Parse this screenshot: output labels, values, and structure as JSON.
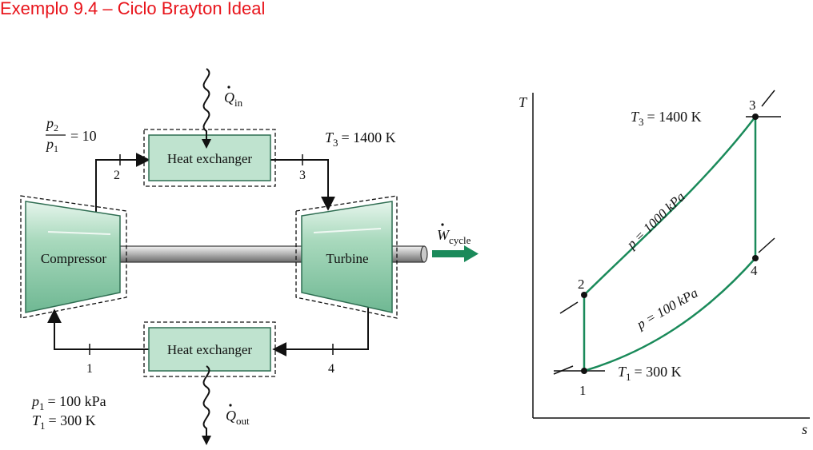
{
  "title": "Exemplo 9.4 – Ciclo Brayton Ideal",
  "colors": {
    "title": "#e8141b",
    "component_fill": "#bfe3cf",
    "component_dark": "#7cc3a0",
    "cycle_line": "#1a8a5a",
    "arrow_green": "#1a8a5a"
  },
  "schematic": {
    "compressor_label": "Compressor",
    "turbine_label": "Turbine",
    "heat_exchanger_top_label": "Heat exchanger",
    "heat_exchanger_bottom_label": "Heat exchanger",
    "state_1": "1",
    "state_2": "2",
    "state_3": "3",
    "state_4": "4",
    "pressure_ratio": {
      "num": "p",
      "num_sub": "2",
      "den": "p",
      "den_sub": "1",
      "value": "= 10"
    },
    "t3_label": {
      "sym": "T",
      "sub": "3",
      "value": "= 1400 K"
    },
    "inlet_p": {
      "sym": "p",
      "sub": "1",
      "value": "= 100 kPa"
    },
    "inlet_t": {
      "sym": "T",
      "sub": "1",
      "value": "= 300 K"
    },
    "q_in": {
      "sym": "Q",
      "sub": "in"
    },
    "q_out": {
      "sym": "Q",
      "sub": "out"
    },
    "w_cycle": {
      "sym": "W",
      "sub": "cycle"
    }
  },
  "ts_diagram": {
    "y_axis": "T",
    "x_axis": "s",
    "point_1": "1",
    "point_2": "2",
    "point_3": "3",
    "point_4": "4",
    "t3_label": {
      "sym": "T",
      "sub": "3",
      "value": "= 1400 K"
    },
    "t1_label": {
      "sym": "T",
      "sub": "1",
      "value": "= 300 K"
    },
    "high_p_label": "p = 1000 kPa",
    "low_p_label": "p = 100 kPa"
  }
}
